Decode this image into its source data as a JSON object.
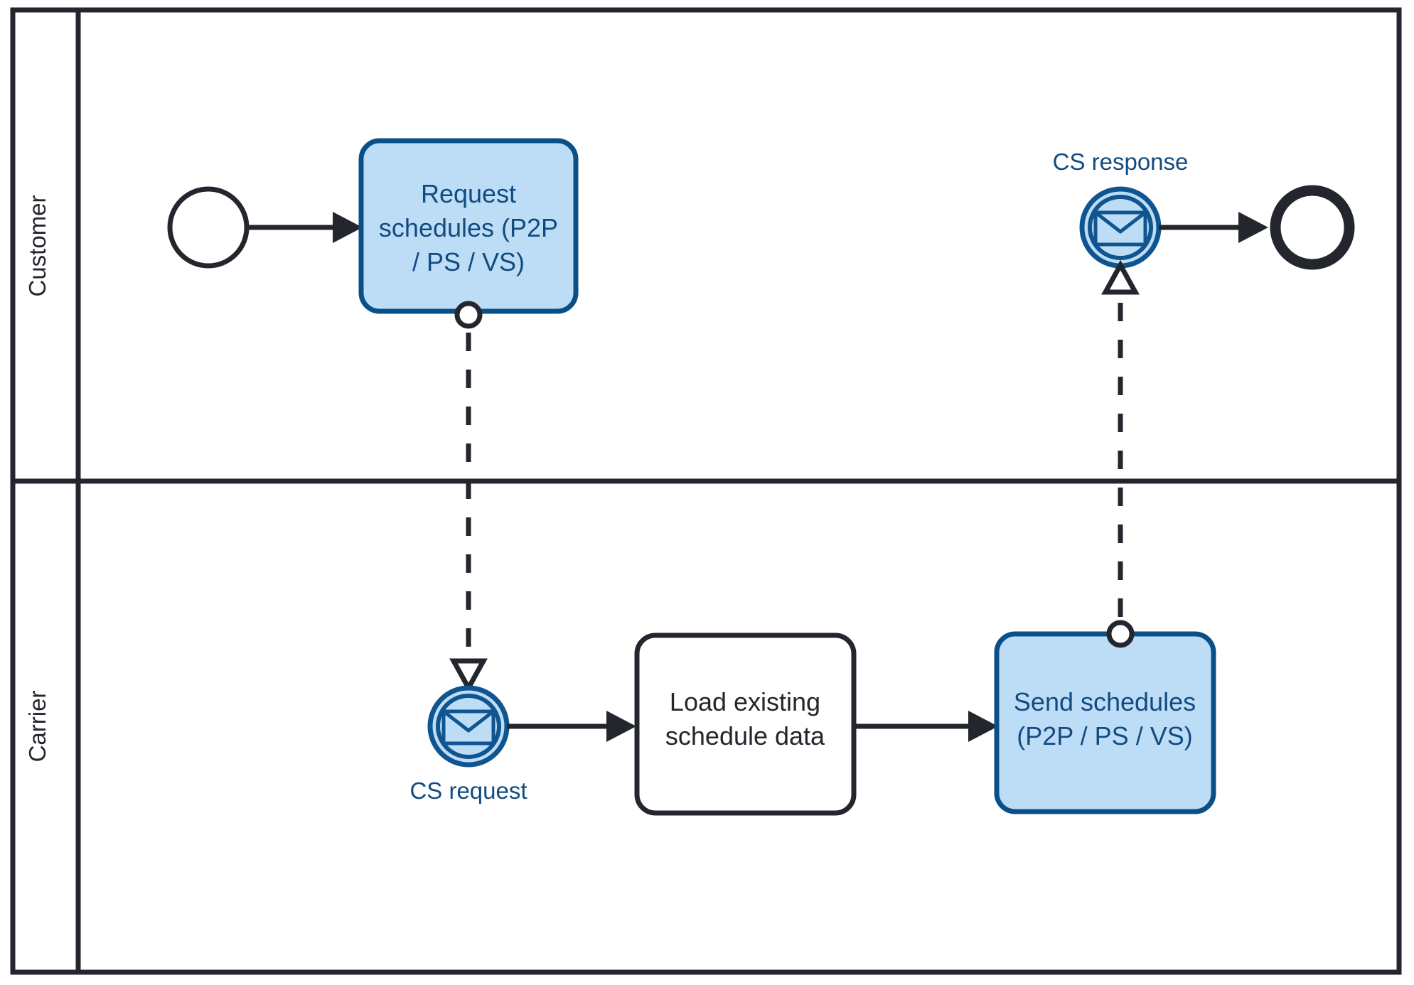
{
  "diagram": {
    "type": "bpmn-collaboration",
    "colors": {
      "task_fill_blue": "#bdddf7",
      "task_stroke_blue": "#0b4f87",
      "task_text_blue": "#124b80",
      "stroke_dark": "#23262d",
      "background": "#ffffff"
    }
  },
  "pool": {
    "lanes": [
      {
        "id": "customer",
        "label": "Customer"
      },
      {
        "id": "carrier",
        "label": "Carrier"
      }
    ]
  },
  "customer_lane": {
    "start_event": {
      "name": "start-event",
      "label": ""
    },
    "task_request": {
      "label": "Request schedules (P2P / PS / VS)",
      "lines": [
        "Request",
        "schedules (P2P",
        "/ PS / VS)"
      ]
    },
    "message_event_response": {
      "label": "CS response",
      "icon": "envelope-icon"
    },
    "end_event": {
      "name": "end-event",
      "label": ""
    }
  },
  "carrier_lane": {
    "message_event_request": {
      "label": "CS request",
      "icon": "envelope-icon"
    },
    "task_load": {
      "label": "Load existing schedule data",
      "lines": [
        "Load existing",
        "schedule data"
      ]
    },
    "task_send": {
      "label": "Send schedules (P2P / PS / VS)",
      "lines": [
        "Send schedules",
        "(P2P / PS / VS)"
      ]
    }
  },
  "flows": {
    "sequence": [
      {
        "from": "start-event",
        "to": "task-request"
      },
      {
        "from": "message-event-cs-response",
        "to": "end-event"
      },
      {
        "from": "message-event-cs-request",
        "to": "task-load"
      },
      {
        "from": "task-load",
        "to": "task-send"
      }
    ],
    "message": [
      {
        "from": "task-request",
        "to": "message-event-cs-request",
        "label": ""
      },
      {
        "from": "task-send",
        "to": "message-event-cs-response",
        "label": ""
      }
    ]
  }
}
